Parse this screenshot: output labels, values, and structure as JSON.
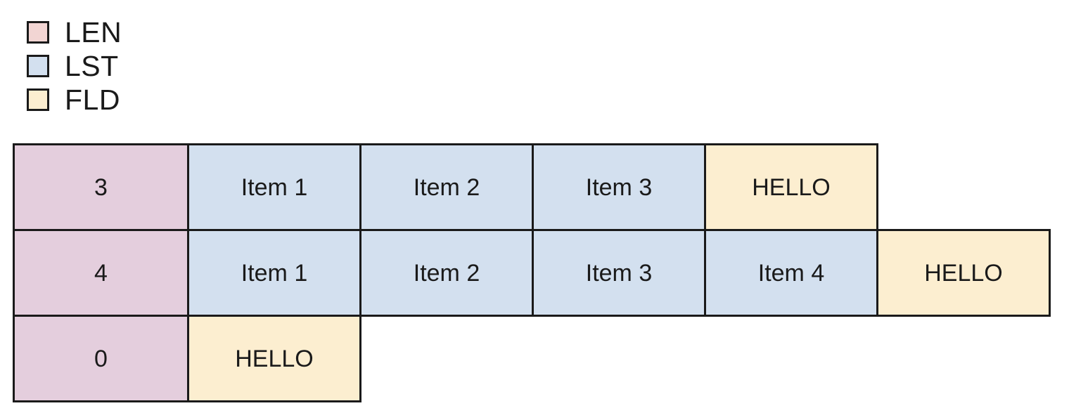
{
  "legend": {
    "items": [
      {
        "label": "LEN",
        "color": "#f2d5d3"
      },
      {
        "label": "LST",
        "color": "#d3e0ef"
      },
      {
        "label": "FLD",
        "color": "#fceed0"
      }
    ]
  },
  "colors": {
    "len_fill": "#e4cedd",
    "lst_fill": "#d3e0ef",
    "fld_fill": "#fceed0",
    "border": "#1a1a1a",
    "background": "#ffffff",
    "text": "#1a1a1a"
  },
  "table": {
    "rows": [
      {
        "cells": [
          {
            "text": "3",
            "type": "LEN"
          },
          {
            "text": "Item 1",
            "type": "LST"
          },
          {
            "text": "Item 2",
            "type": "LST"
          },
          {
            "text": "Item 3",
            "type": "LST"
          },
          {
            "text": "HELLO",
            "type": "FLD"
          }
        ]
      },
      {
        "cells": [
          {
            "text": "4",
            "type": "LEN"
          },
          {
            "text": "Item 1",
            "type": "LST"
          },
          {
            "text": "Item 2",
            "type": "LST"
          },
          {
            "text": "Item 3",
            "type": "LST"
          },
          {
            "text": "Item 4",
            "type": "LST"
          },
          {
            "text": "HELLO",
            "type": "FLD"
          }
        ]
      },
      {
        "cells": [
          {
            "text": "0",
            "type": "LEN"
          },
          {
            "text": "HELLO",
            "type": "FLD"
          }
        ]
      }
    ]
  }
}
